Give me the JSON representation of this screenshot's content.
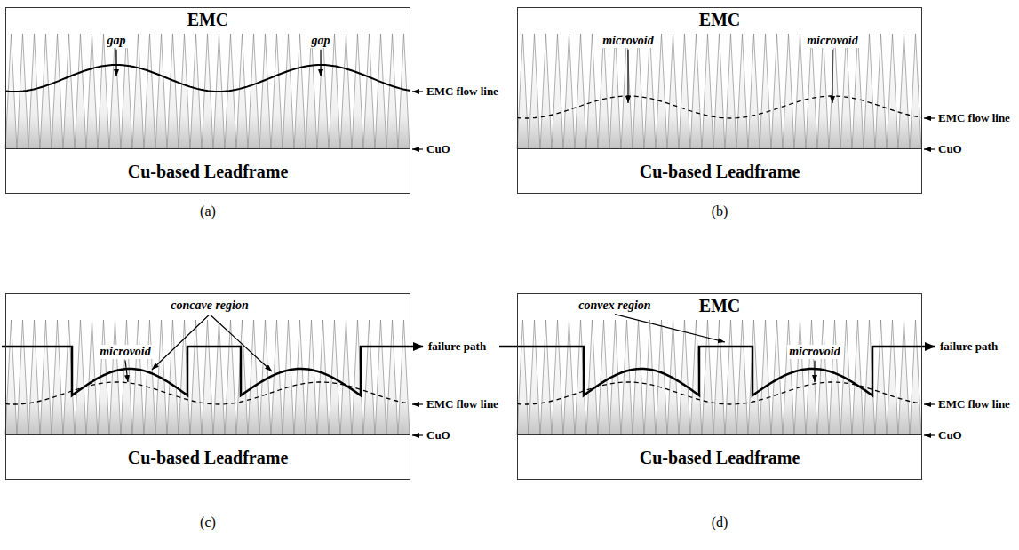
{
  "diagram": {
    "nodes": [
      {
        "text": [
          "EMC"
        ]
      },
      {
        "text": [
          "Cu-based Leadframe"
        ],
        "in": 0
      },
      {
        "text": [
          "EMC"
        ]
      },
      {
        "text": [
          "Cu-based Leadframe"
        ],
        "in": 2
      },
      {
        "text": [
          "EMC"
        ]
      },
      {
        "text": [
          "Cu-based Leadframe"
        ],
        "in": 4
      },
      {
        "text": [
          "EMC"
        ]
      },
      {
        "text": [
          "Cu-based Leadframe"
        ],
        "in": 6
      }
    ],
    "labels": [
      "gap",
      "gap",
      "EMC flow line",
      "CuO",
      "(a)",
      "microvoid",
      "microvoid",
      "EMC flow line",
      "CuO",
      "(b)",
      "microvoid",
      "concave region",
      "failure path",
      "EMC flow line",
      "CuO",
      "(c)",
      "convex region",
      "microvoid",
      "failure path",
      "EMC flow line",
      "CuO",
      "(d)"
    ]
  }
}
